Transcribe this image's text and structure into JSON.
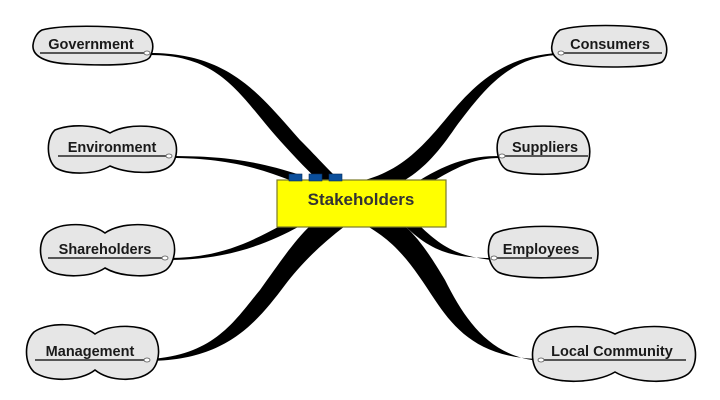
{
  "diagram": {
    "type": "mind-map",
    "center": {
      "label": "Stakeholders",
      "fill": "#ffff00",
      "border": "#7a7a2a",
      "text_color": "#333333",
      "marker_color": "#0b4f9c",
      "marker_count": 3
    },
    "left_nodes": [
      {
        "id": "government",
        "label": "Government"
      },
      {
        "id": "environment",
        "label": "Environment"
      },
      {
        "id": "shareholders",
        "label": "Shareholders"
      },
      {
        "id": "management",
        "label": "Management"
      }
    ],
    "right_nodes": [
      {
        "id": "consumers",
        "label": "Consumers"
      },
      {
        "id": "suppliers",
        "label": "Suppliers"
      },
      {
        "id": "employees",
        "label": "Employees"
      },
      {
        "id": "local-community",
        "label": "Local Community"
      }
    ],
    "node_fill": "#e6e6e6",
    "branch_color": "#000000"
  }
}
